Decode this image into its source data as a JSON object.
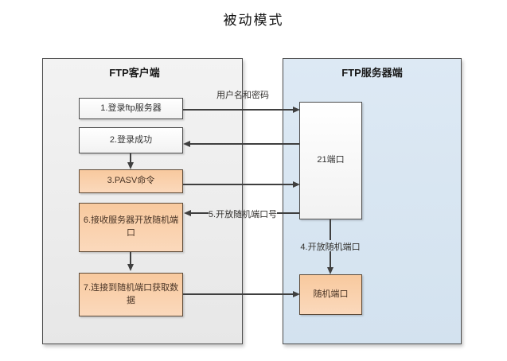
{
  "title": "被动模式",
  "client_panel": {
    "header": "FTP客户端",
    "steps": [
      {
        "label": "1.登录ftp服务器",
        "variant": "plain"
      },
      {
        "label": "2.登录成功",
        "variant": "plain"
      },
      {
        "label": "3.PASV命令",
        "variant": "accent"
      },
      {
        "label": "6.接收服务器开放随机端口",
        "variant": "accent"
      },
      {
        "label": "7.连接到随机端口获取数据",
        "variant": "accent"
      }
    ]
  },
  "server_panel": {
    "header": "FTP服务器端",
    "port21_label": "21端口",
    "random_port_label": "随机端口"
  },
  "arrow_labels": {
    "credentials": "用户名和密码",
    "open_random_port_number": "5.开放随机端口号",
    "open_random_port": "4.开放随机端口"
  },
  "colors": {
    "line": "#3f3f3f",
    "accent_fill": "#f8c99e",
    "accent_border": "#5d4a37",
    "server_fill": "#dde9f4",
    "client_fill": "#f3f3f3",
    "panel_border": "#4d4d4d"
  }
}
